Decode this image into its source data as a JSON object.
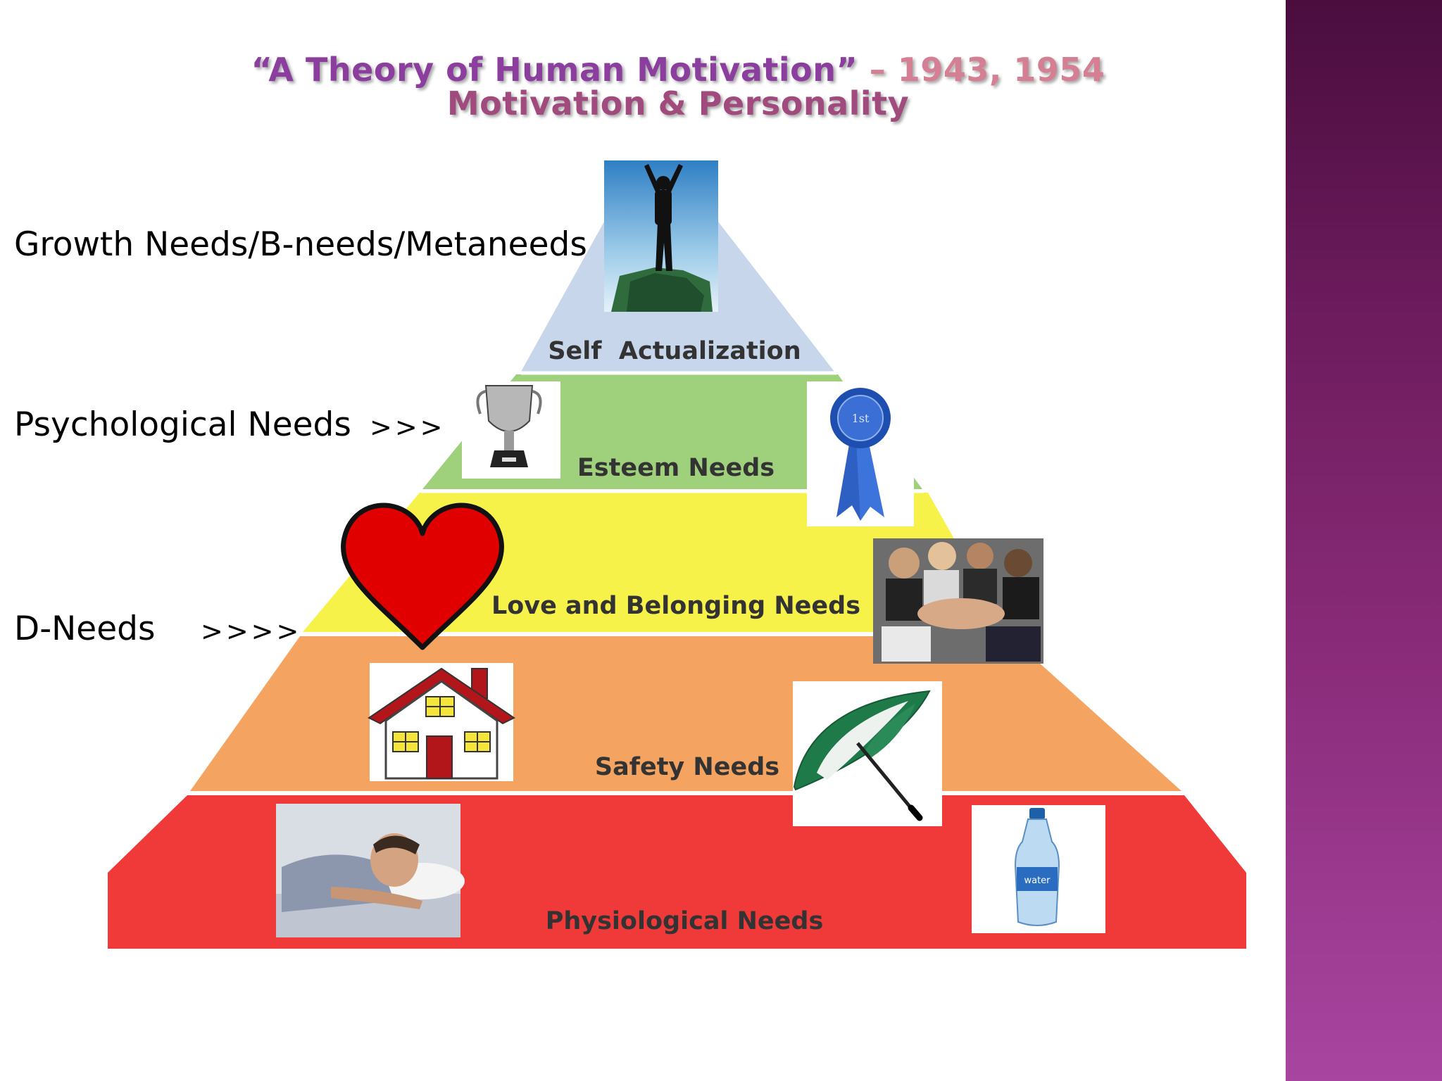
{
  "title": {
    "line1_part1": "“A Theory of Human Motivation”",
    "line1_part2": " – 1943, 1954",
    "line2": "Motivation & Personality"
  },
  "side_labels": {
    "growth": "Growth Needs/B-needs/Metaneeds",
    "psychological": "Psychological Needs",
    "psychological_arrows": ">>>",
    "d_needs": "D-Needs",
    "d_needs_arrows": ">>>>"
  },
  "pyramid": {
    "tiers": [
      {
        "label": "Self  Actualization",
        "color": "#c7d6ea"
      },
      {
        "label": "Esteem Needs",
        "color": "#9fd17c"
      },
      {
        "label": "Love and Belonging Needs",
        "color": "#f7f24a"
      },
      {
        "label": "Safety Needs",
        "color": "#f4a460"
      },
      {
        "label": "Physiological Needs",
        "color": "#f03a3a"
      }
    ]
  },
  "images": {
    "ribbon_text": "1st",
    "bottle_text": "water"
  },
  "colors": {
    "accent_purple": "#8b3e9e",
    "accent_pink": "#d47f93"
  }
}
